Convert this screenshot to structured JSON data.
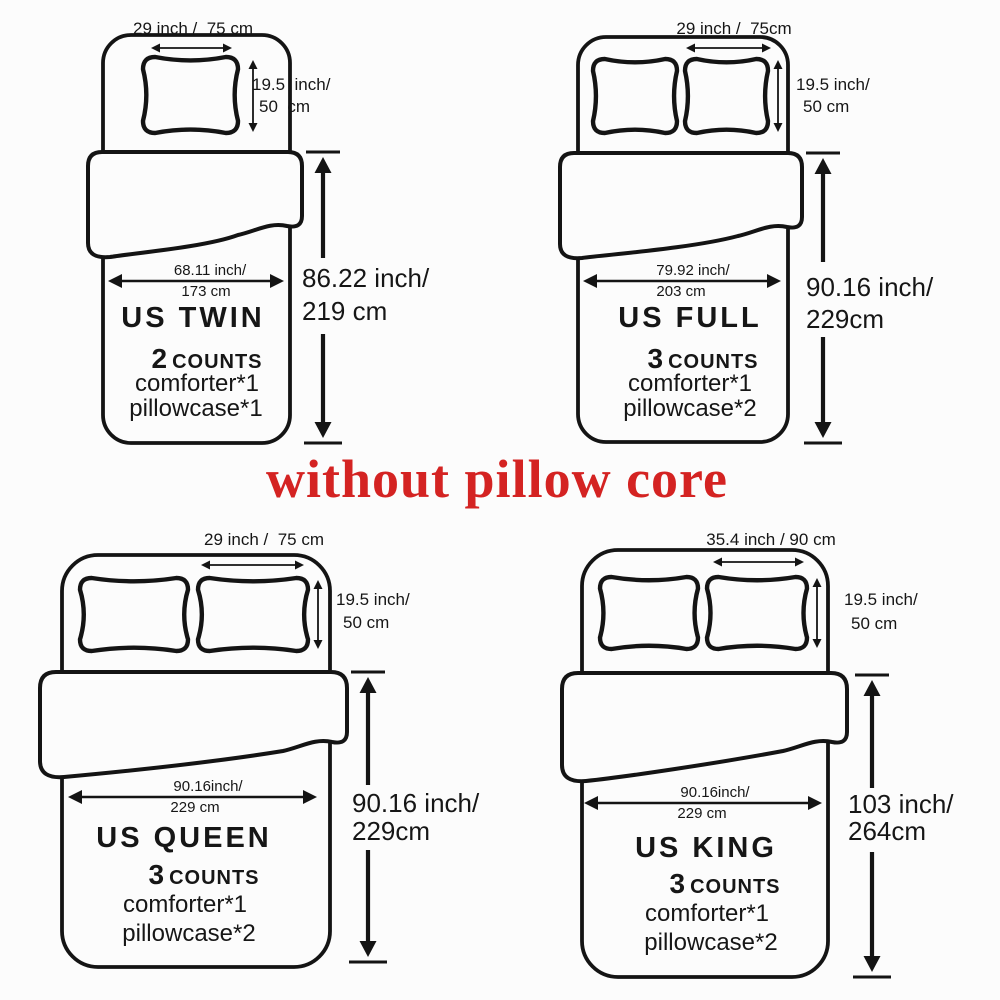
{
  "banner": {
    "text": "without pillow core",
    "color": "#d42322"
  },
  "panels": [
    {
      "name": "US TWIN",
      "top_width_label": "29 inch /  75 cm",
      "pillow_h1": "19.5  inch/",
      "pillow_h2": "50  cm",
      "width1": "68.11 inch/",
      "width2": "173 cm",
      "height1": "86.22 inch/",
      "height2": "219 cm",
      "count_number": "2",
      "count_word": "COUNTS",
      "item1": "comforter*1",
      "item2": "pillowcase*1"
    },
    {
      "name": "US FULL",
      "top_width_label": "29 inch /  75cm",
      "pillow_h1": "19.5 inch/",
      "pillow_h2": "50 cm",
      "width1": "79.92 inch/",
      "width2": "203 cm",
      "height1": "90.16 inch/",
      "height2": "229cm",
      "count_number": "3",
      "count_word": "COUNTS",
      "item1": "comforter*1",
      "item2": "pillowcase*2"
    },
    {
      "name": "US QUEEN",
      "top_width_label": "29 inch /  75 cm",
      "pillow_h1": "19.5 inch/",
      "pillow_h2": "50 cm",
      "width1": "90.16inch/",
      "width2": "229 cm",
      "height1": "90.16 inch/",
      "height2": "229cm",
      "count_number": "3",
      "count_word": "COUNTS",
      "item1": "comforter*1",
      "item2": "pillowcase*2"
    },
    {
      "name": "US KING",
      "top_width_label": "35.4 inch / 90 cm",
      "pillow_h1": "19.5 inch/",
      "pillow_h2": "50 cm",
      "width1": "90.16inch/",
      "width2": "229 cm",
      "height1": "103 inch/",
      "height2": "264cm",
      "count_number": "3",
      "count_word": "COUNTS",
      "item1": "comforter*1",
      "item2": "pillowcase*2"
    }
  ]
}
